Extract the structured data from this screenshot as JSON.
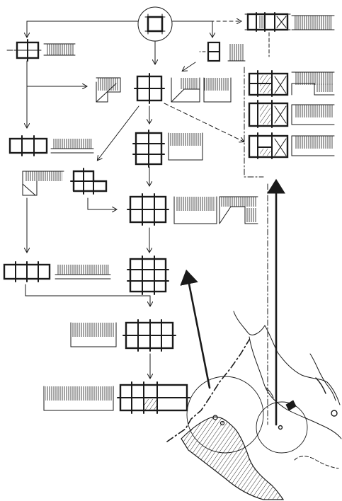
{
  "diagram": {
    "description_text": "",
    "colors": {
      "ink": "#1a1a1a",
      "paper": "#ffffff",
      "hatch": "#2a2a2a"
    },
    "legend": [],
    "node_types": [
      "log-cabin-plan",
      "elevation-sketch",
      "map-inset"
    ]
  }
}
